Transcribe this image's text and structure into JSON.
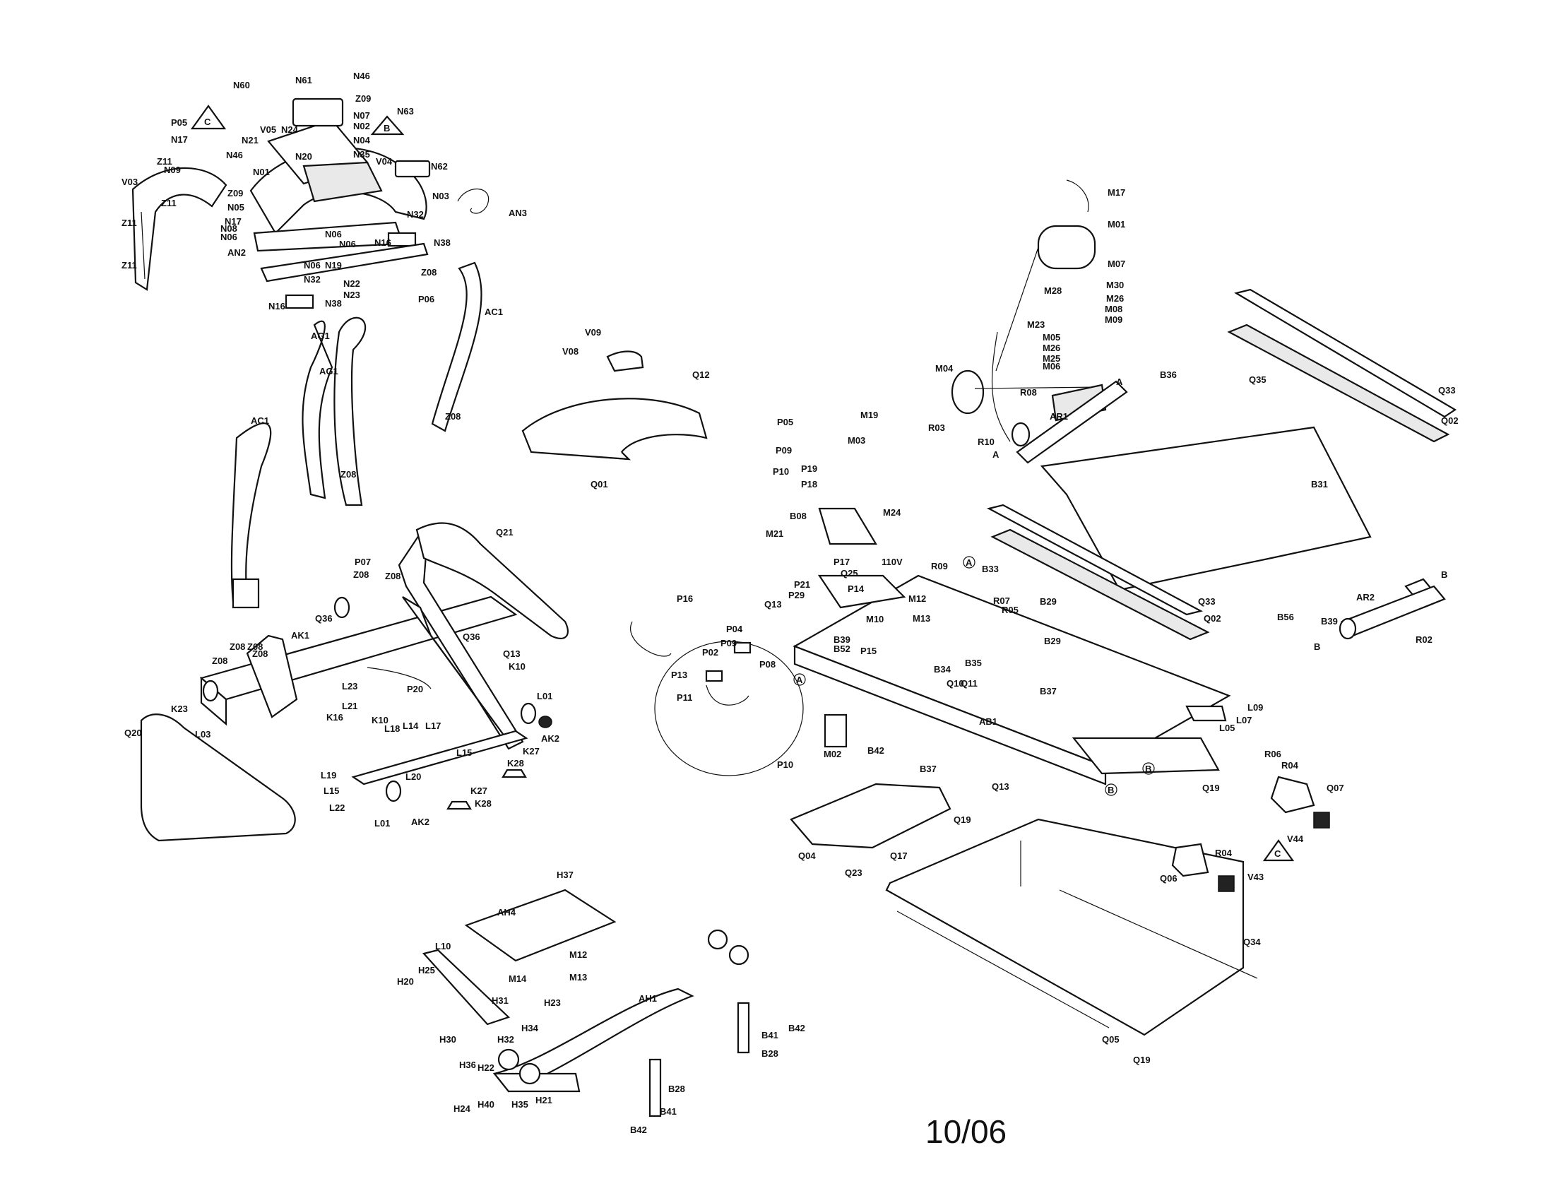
{
  "date_label": "10/06",
  "voltage_label": "110V",
  "flag_labels": [
    "C",
    "B",
    "C"
  ],
  "section_markers": [
    "A",
    "A",
    "B",
    "B"
  ],
  "circled_markers": [
    "A",
    "A",
    "B",
    "B"
  ],
  "callouts": {
    "console": [
      "N60",
      "N61",
      "N46",
      "Z09",
      "N24",
      "N07",
      "N02",
      "N04",
      "N35",
      "V04",
      "V05",
      "N20",
      "N21",
      "N46",
      "N01",
      "Z09",
      "N05",
      "N06",
      "N08",
      "N17",
      "Z11",
      "V03",
      "N09",
      "Z11",
      "Z11",
      "Z11",
      "P05",
      "N17",
      "N63",
      "N62",
      "N03",
      "AN3",
      "N32",
      "N16",
      "N38",
      "N06",
      "N06",
      "N19",
      "N06",
      "AN2",
      "N16",
      "N38",
      "N32",
      "N22",
      "N23",
      "Z08",
      "P06",
      "AC1",
      "AG1",
      "Z08",
      "AG1",
      "AC1",
      "Z08",
      "Z08"
    ],
    "frame_left": [
      "Z08",
      "Z08",
      "Z08",
      "P07",
      "Z08",
      "Z08",
      "Q36",
      "Q36",
      "Q21",
      "AK1",
      "Q13",
      "K10",
      "L01",
      "AK2",
      "P20",
      "L21",
      "L23",
      "K16",
      "K10",
      "L18",
      "L14",
      "L17",
      "K23",
      "L03",
      "Q20",
      "L19",
      "L15",
      "L22",
      "L20",
      "L15",
      "L01",
      "AK2",
      "K27",
      "K28",
      "K27",
      "K28"
    ],
    "hood": [
      "V09",
      "V08",
      "Q12",
      "Q01"
    ],
    "motor": [
      "M17",
      "M01",
      "M07",
      "M30",
      "M28",
      "M26",
      "M08",
      "M09",
      "M23",
      "M05",
      "M26",
      "M25",
      "M06",
      "M04",
      "R08",
      "R03",
      "R10",
      "AR1",
      "B36",
      "Q35",
      "Q33",
      "Q02",
      "B31",
      "Q33",
      "Q02",
      "AR2",
      "R02",
      "B56",
      "B39"
    ],
    "electronics": [
      "P05",
      "M19",
      "M03",
      "P09",
      "P10",
      "P19",
      "P18",
      "B08",
      "M24",
      "M21",
      "P17",
      "P16",
      "P04",
      "P09",
      "P02",
      "P13",
      "P11",
      "P08",
      "P10"
    ],
    "frame_right": [
      "Q25",
      "R09",
      "B33",
      "R07",
      "R05",
      "B29",
      "B29",
      "B37",
      "P21",
      "P29",
      "P14",
      "Q13",
      "M12",
      "M10",
      "M13",
      "P15",
      "B39",
      "B52",
      "B34",
      "B35",
      "Q10",
      "Q11",
      "M02",
      "B42",
      "AB1",
      "B37",
      "Q04",
      "Q17",
      "Q19",
      "Q23",
      "Q13",
      "L09",
      "L07",
      "L05",
      "Q19",
      "R06",
      "R04",
      "Q07",
      "V44",
      "R04",
      "Q06",
      "V43",
      "Q34",
      "Q05",
      "Q19"
    ],
    "incline": [
      "H37",
      "AH4",
      "L10",
      "M12",
      "M13",
      "M14",
      "H25",
      "H20",
      "H31",
      "H23",
      "H34",
      "AH1",
      "H30",
      "H32",
      "B42",
      "B41",
      "B28",
      "H36",
      "H22",
      "H24",
      "H40",
      "H35",
      "H21",
      "B28",
      "B41",
      "B42"
    ]
  }
}
